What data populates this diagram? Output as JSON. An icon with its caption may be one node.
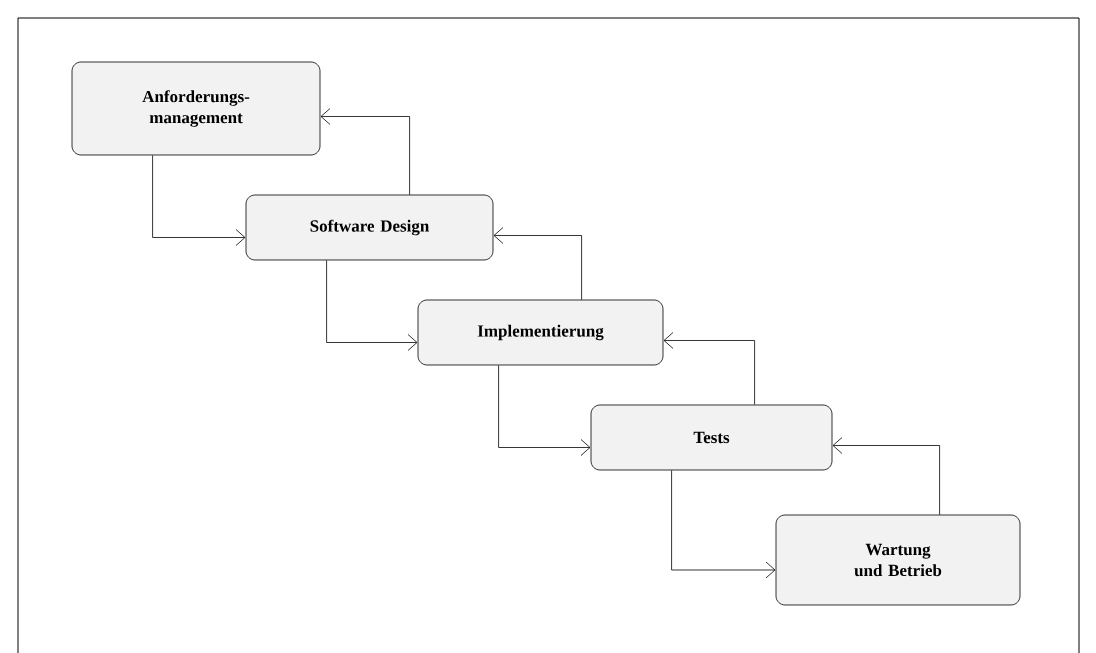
{
  "diagram": {
    "nodes": [
      {
        "text": [
          "Anforderungs- management"
        ]
      },
      {
        "text": [
          "Software Design"
        ]
      },
      {
        "text": [
          "Implementierung"
        ]
      },
      {
        "text": [
          "Tests"
        ]
      },
      {
        "text": [
          "Wartung und Betrieb"
        ]
      }
    ],
    "edges": [
      {
        "from": 0,
        "to": 1,
        "arrow": "to"
      },
      {
        "from": 1,
        "to": 0,
        "arrow": "to"
      },
      {
        "from": 1,
        "to": 2,
        "arrow": "to"
      },
      {
        "from": 2,
        "to": 1,
        "arrow": "to"
      },
      {
        "from": 2,
        "to": 3,
        "arrow": "to"
      },
      {
        "from": 3,
        "to": 2,
        "arrow": "to"
      },
      {
        "from": 3,
        "to": 4,
        "arrow": "to"
      },
      {
        "from": 4,
        "to": 3,
        "arrow": "to"
      }
    ]
  }
}
